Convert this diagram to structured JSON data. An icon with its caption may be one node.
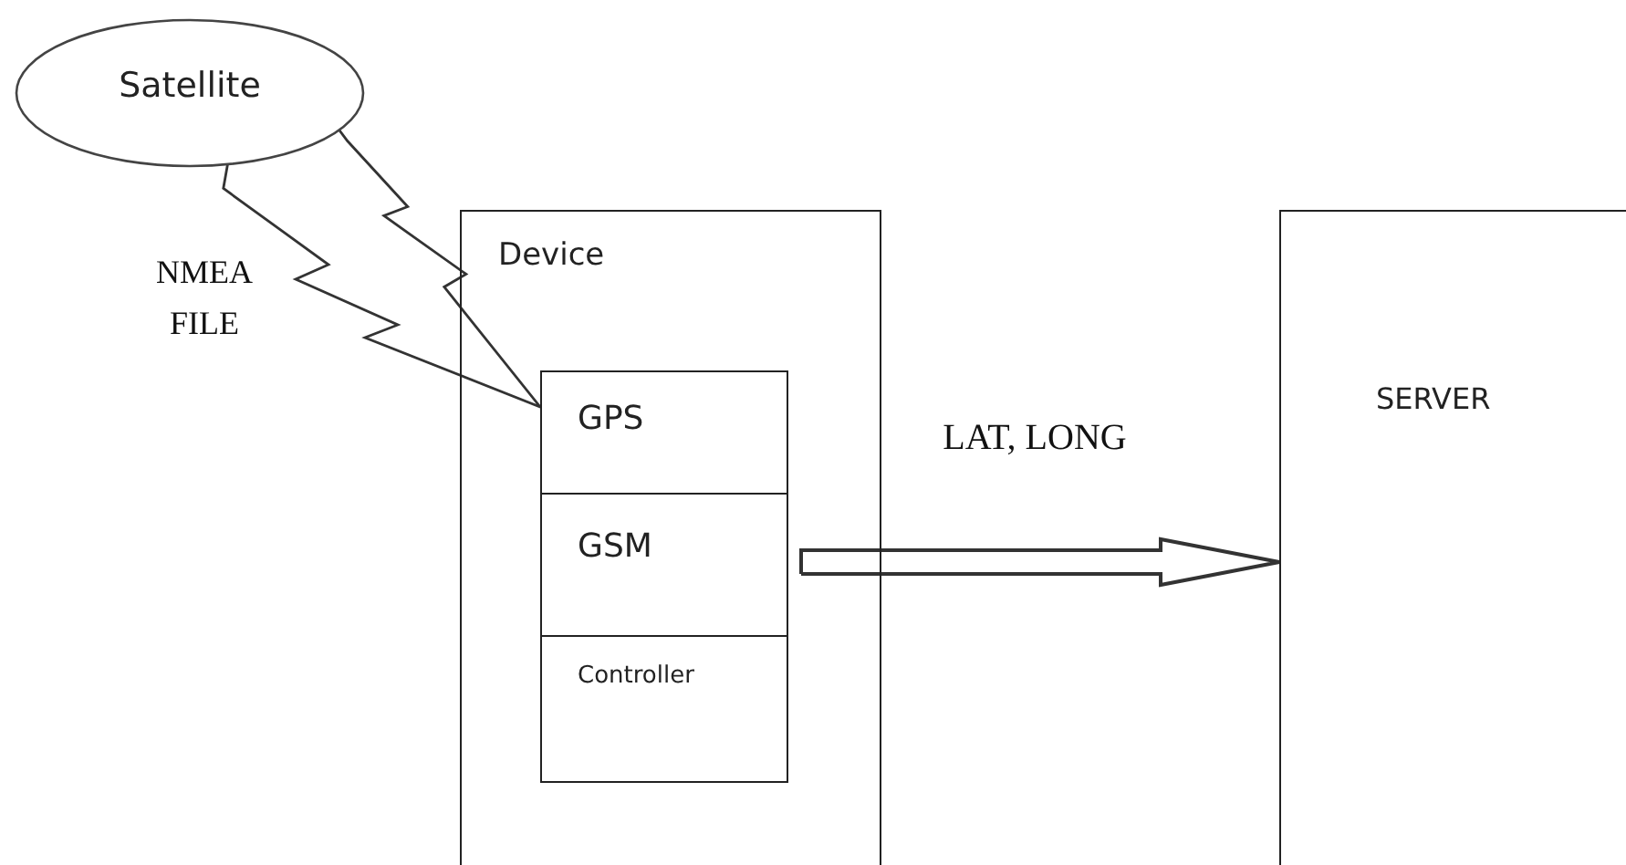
{
  "diagram": {
    "nodes": [
      {
        "text": [
          "Satellite"
        ]
      },
      {
        "text": [
          "Device"
        ]
      },
      {
        "text": [
          "GPS"
        ],
        "in": 1
      },
      {
        "text": [
          "GSM"
        ],
        "in": 1
      },
      {
        "text": [
          "Controller"
        ],
        "in": 1
      },
      {
        "text": [
          "SERVER"
        ]
      }
    ],
    "edges": [
      {
        "from": 0,
        "to": 2,
        "arrow": "to",
        "label": "NMEA FILE"
      },
      {
        "from": 3,
        "to": 5,
        "arrow": "to",
        "label": "LAT, LONG"
      }
    ]
  }
}
